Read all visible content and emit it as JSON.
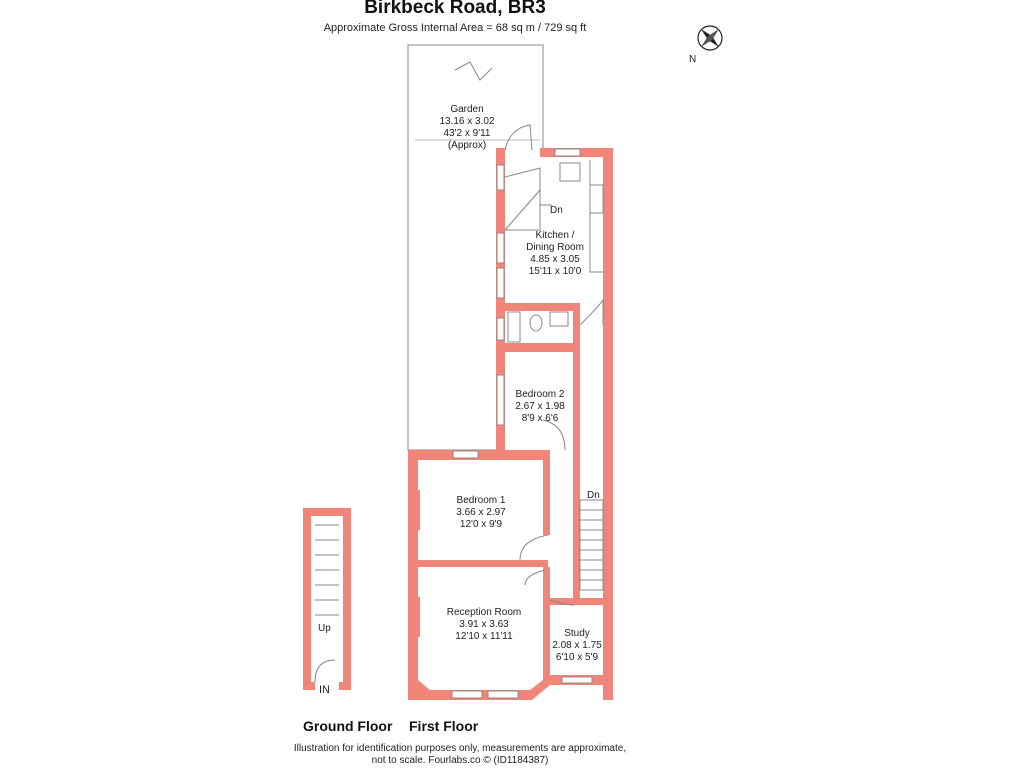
{
  "header": {
    "title": "Birkbeck Road, BR3",
    "subtitle": "Approximate Gross Internal Area = 68 sq m / 729 sq ft"
  },
  "compass": {
    "label": "N"
  },
  "colors": {
    "wall": "#f2857a",
    "line": "#888888"
  },
  "rooms": {
    "garden": {
      "name": "Garden",
      "metric": "13.16 x 3.02",
      "imperial": "43'2 x 9'11",
      "note": "(Approx)"
    },
    "kitchen": {
      "name1": "Kitchen /",
      "name2": "Dining Room",
      "metric": "4.85 x 3.05",
      "imperial": "15'11 x 10'0"
    },
    "bedroom2": {
      "name": "Bedroom 2",
      "metric": "2.67 x 1.98",
      "imperial": "8'9 x 6'6"
    },
    "bedroom1": {
      "name": "Bedroom 1",
      "metric": "3.66 x 2.97",
      "imperial": "12'0 x 9'9"
    },
    "reception": {
      "name": "Reception Room",
      "metric": "3.91 x 3.63",
      "imperial": "12'10 x 11'11"
    },
    "study": {
      "name": "Study",
      "metric": "2.08 x 1.75",
      "imperial": "6'10 x 5'9"
    }
  },
  "stairs": {
    "kitchen_dn": "Dn",
    "hall_dn": "Dn",
    "ground_up": "Up",
    "entrance": "IN"
  },
  "floors": {
    "ground": "Ground Floor",
    "first": "First Floor"
  },
  "footer": {
    "line1": "Illustration for identification purposes only, measurements are approximate,",
    "line2": "not to scale. Fourlabs.co © (ID1184387)"
  }
}
